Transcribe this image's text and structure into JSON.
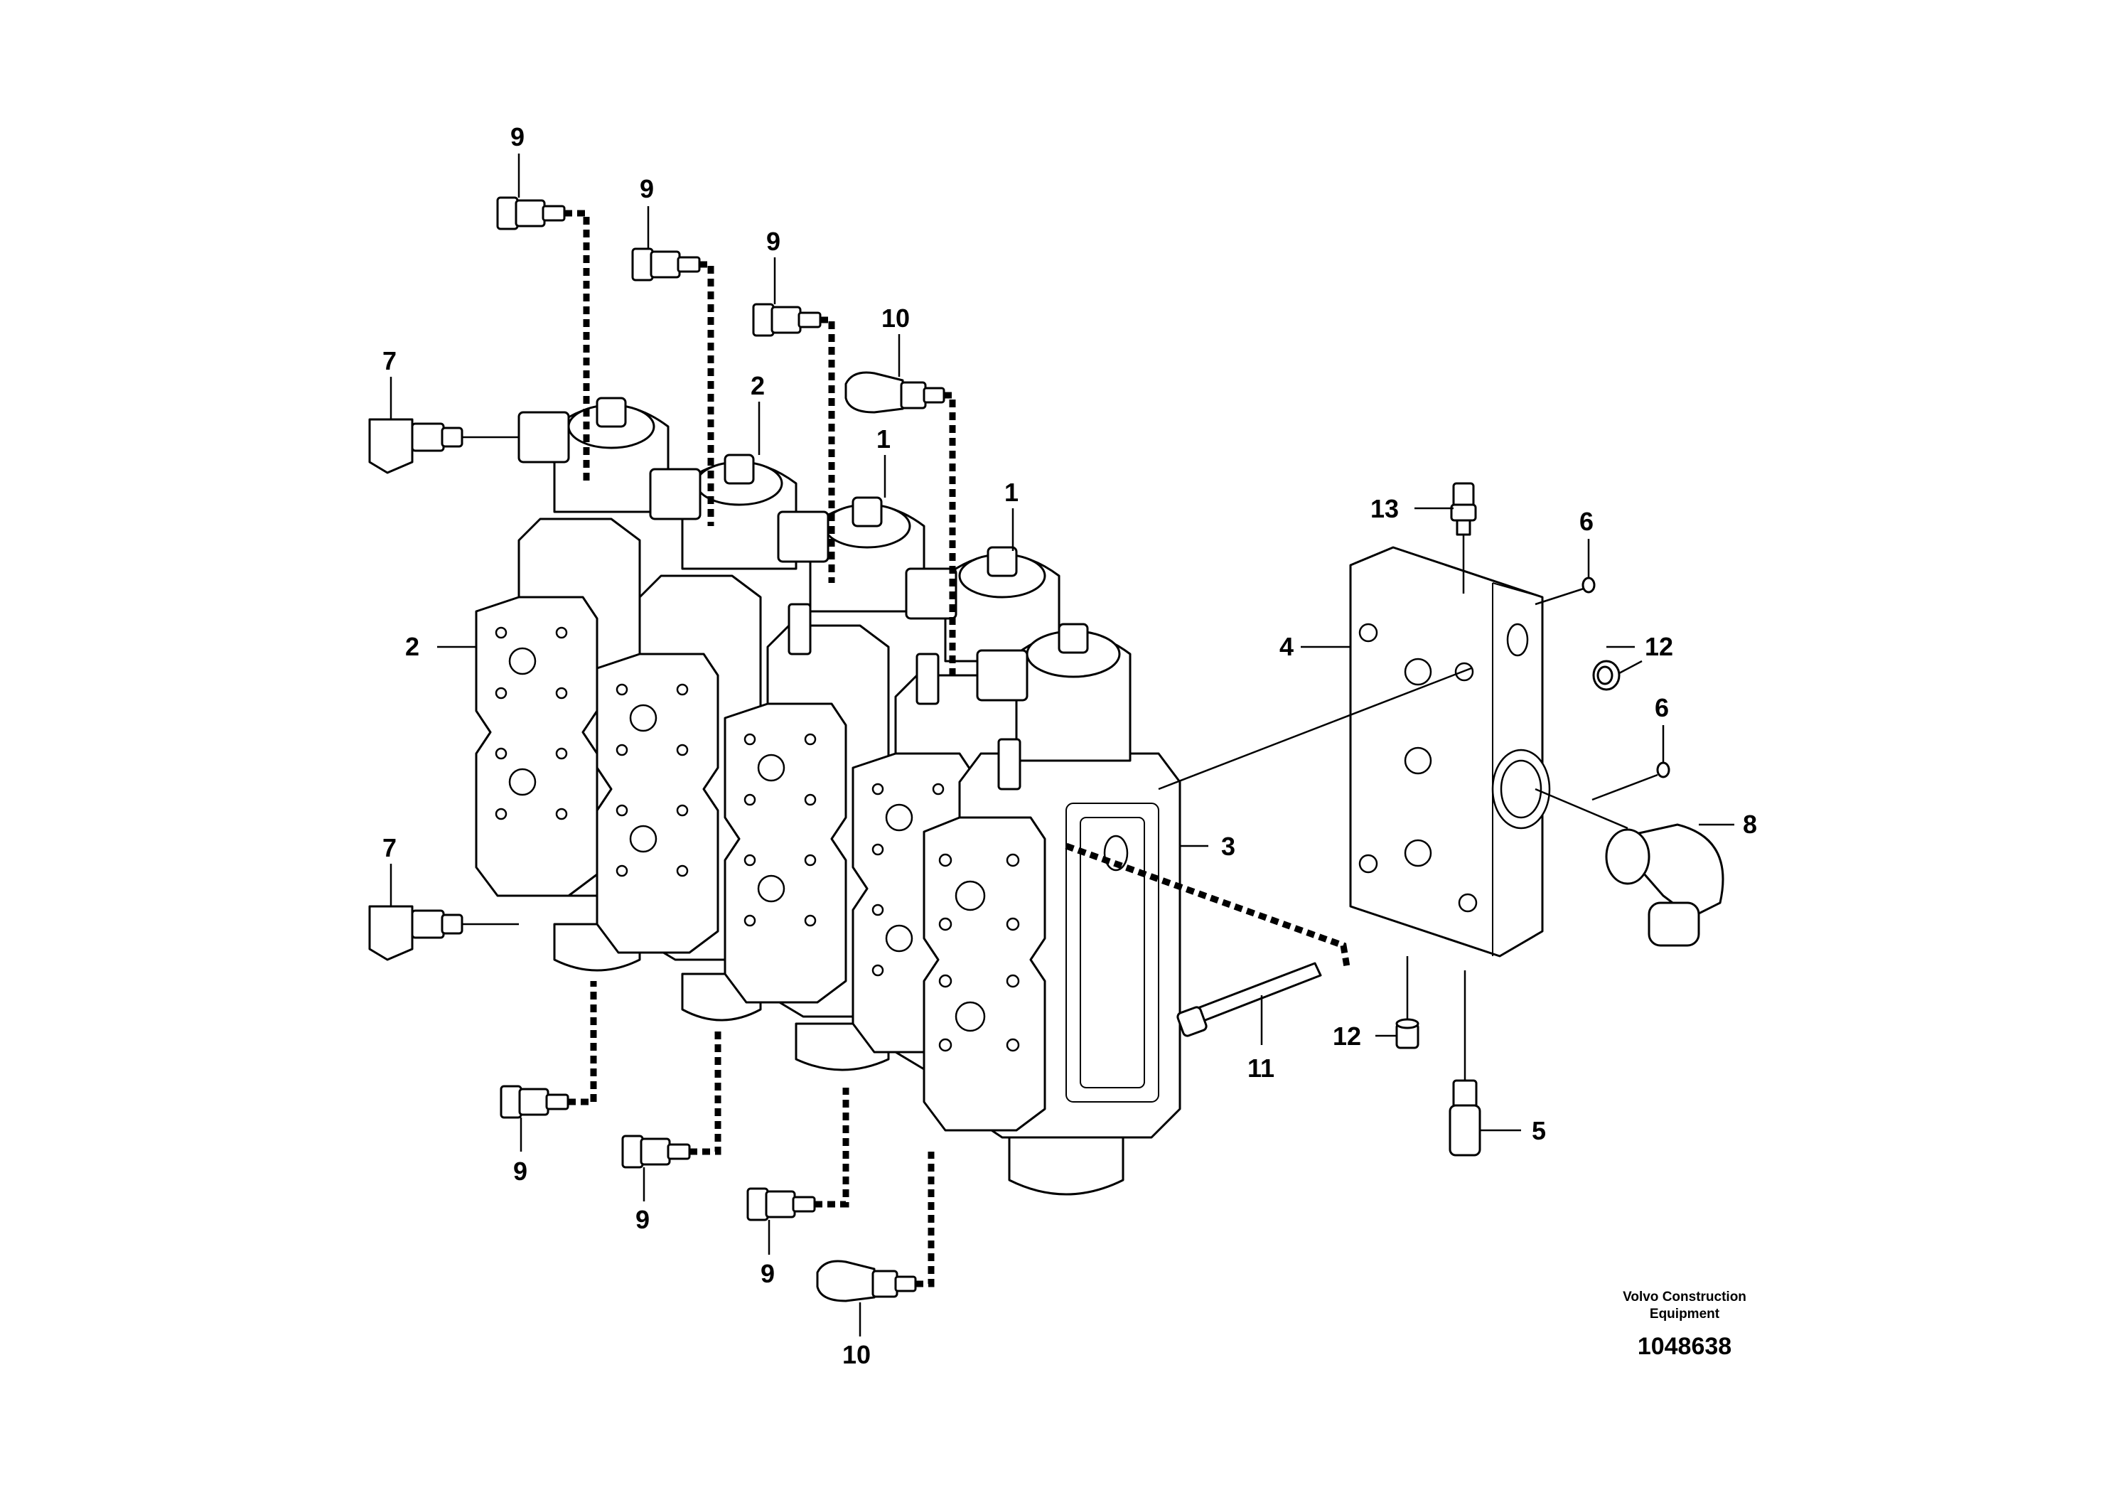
{
  "diagram": {
    "type": "exploded-parts-view",
    "callouts": {
      "c1a": "1",
      "c1b": "1",
      "c2a": "2",
      "c2b": "2",
      "c3": "3",
      "c4": "4",
      "c5": "5",
      "c6a": "6",
      "c6b": "6",
      "c7a": "7",
      "c7b": "7",
      "c8": "8",
      "c9a": "9",
      "c9b": "9",
      "c9c": "9",
      "c9d": "9",
      "c9e": "9",
      "c9f": "9",
      "c10a": "10",
      "c10b": "10",
      "c11": "11",
      "c12a": "12",
      "c12b": "12",
      "c13": "13"
    },
    "credit": {
      "line1": "Volvo Construction",
      "line2": "Equipment"
    },
    "drawing_number": "1048638"
  }
}
